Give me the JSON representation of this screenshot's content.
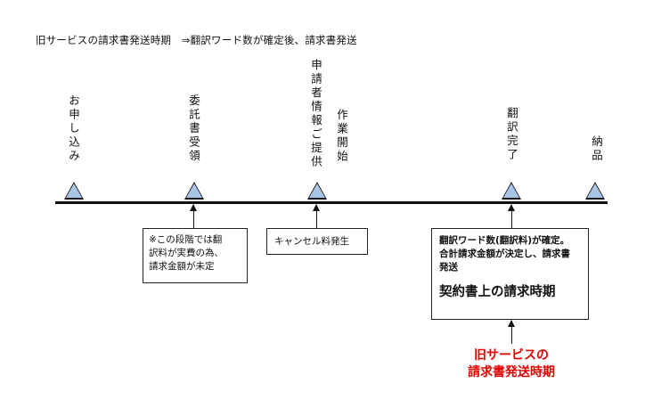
{
  "title": "旧サービスの請求書発送時期　⇒翻訳ワード数が確定後、請求書発送",
  "stages": [
    {
      "id": "apply",
      "label": "お申し込み"
    },
    {
      "id": "consent",
      "label": "委託書受領"
    },
    {
      "id": "applicant",
      "label": "申請者情報ご提供"
    },
    {
      "id": "work",
      "label": "作業開始"
    },
    {
      "id": "translation",
      "label": "翻訳完了"
    },
    {
      "id": "delivery",
      "label": "納品"
    }
  ],
  "notes": {
    "consent": "※この段階では翻\n訳料が実費の為、\n請求金額が未定",
    "cancel": "キャンセル料発生",
    "translation": "翻訳ワード数(翻訳料)が確定。\n合計請求金額が決定し、請求書\n発送",
    "contract": "契約書上の請求時期"
  },
  "old_service_label": "旧サービスの\n請求書発送時期",
  "colors": {
    "marker_fill": "#a9c4e6",
    "accent_red": "#e00000",
    "line": "#111111"
  }
}
